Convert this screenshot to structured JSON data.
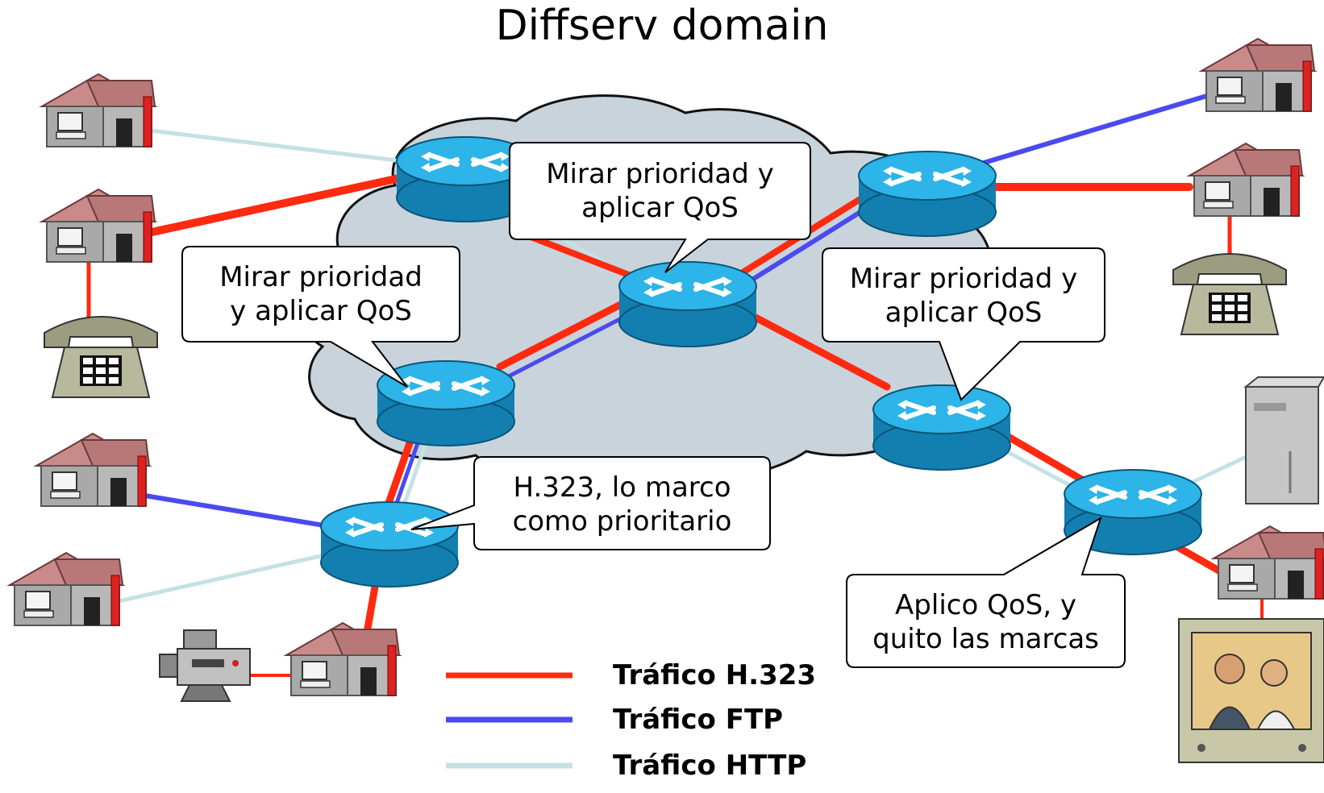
{
  "title": "Diffserv domain",
  "colors": {
    "h323": "#ff2a10",
    "ftp": "#4a4af0",
    "http": "#c4e2e4",
    "router": "#1aa6de",
    "cloud": "#c8d3db"
  },
  "bubbles": {
    "top": "Mirar prioridad y\naplicar QoS",
    "left": "Mirar prioridad\ny aplicar QoS",
    "right": "Mirar prioridad y\naplicar QoS",
    "marker": "H.323, lo marco\ncomo prioritario",
    "egress": "Aplico QoS, y\nquito las marcas"
  },
  "legend": {
    "h323": "Tráfico H.323",
    "ftp": "Tráfico FTP",
    "http": "Tráfico HTTP"
  },
  "icons": [
    "house-icon",
    "router-icon",
    "phone-icon",
    "camera-icon",
    "server-icon",
    "video-monitor-icon",
    "cloud-icon"
  ]
}
